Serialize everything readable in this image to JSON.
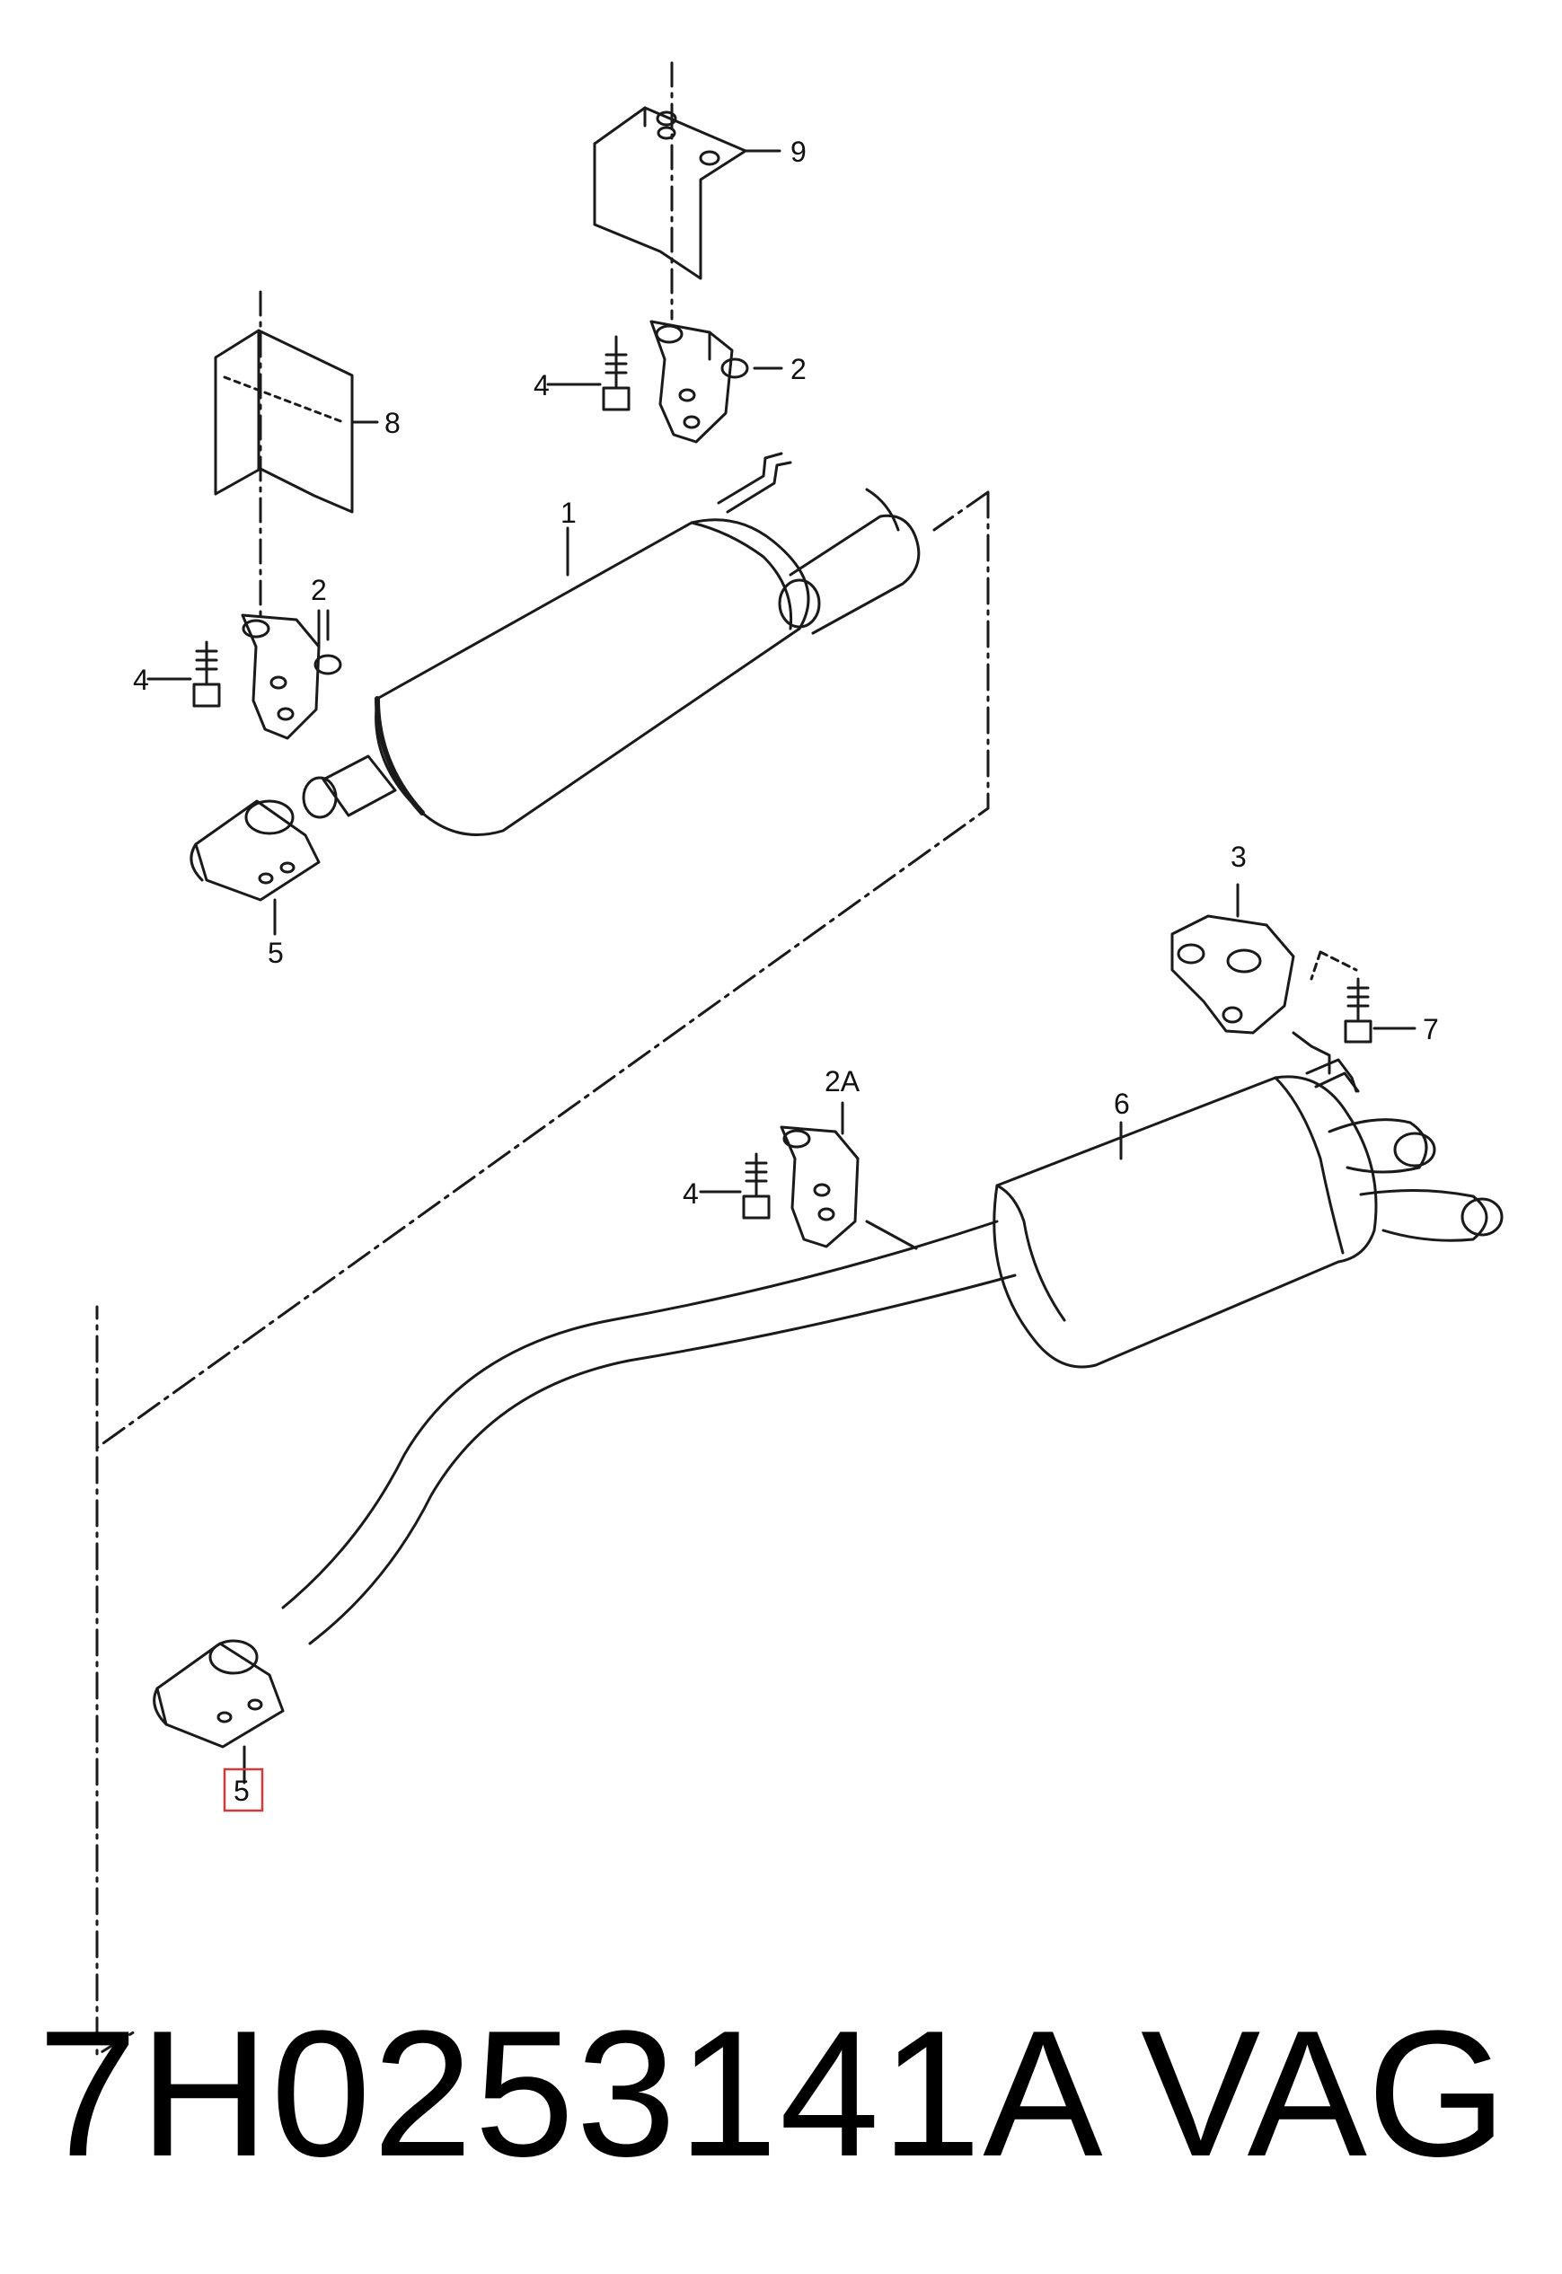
{
  "diagram": {
    "line_color": "#1a1a1a",
    "highlight_color": "#d33b3b",
    "callouts": [
      {
        "id": "c9",
        "label": "9"
      },
      {
        "id": "c8",
        "label": "8"
      },
      {
        "id": "c2-top",
        "label": "2"
      },
      {
        "id": "c4-top",
        "label": "4"
      },
      {
        "id": "c2-left",
        "label": "2"
      },
      {
        "id": "c4-left",
        "label": "4"
      },
      {
        "id": "c1",
        "label": "1"
      },
      {
        "id": "c5-top",
        "label": "5"
      },
      {
        "id": "c3",
        "label": "3"
      },
      {
        "id": "c7",
        "label": "7"
      },
      {
        "id": "c2a",
        "label": "2A"
      },
      {
        "id": "c4-mid",
        "label": "4"
      },
      {
        "id": "c6",
        "label": "6"
      },
      {
        "id": "c5-bottom",
        "label": "5",
        "highlighted": true
      }
    ]
  },
  "footer": {
    "part_number": "7H0253141A",
    "brand": "VAG"
  }
}
